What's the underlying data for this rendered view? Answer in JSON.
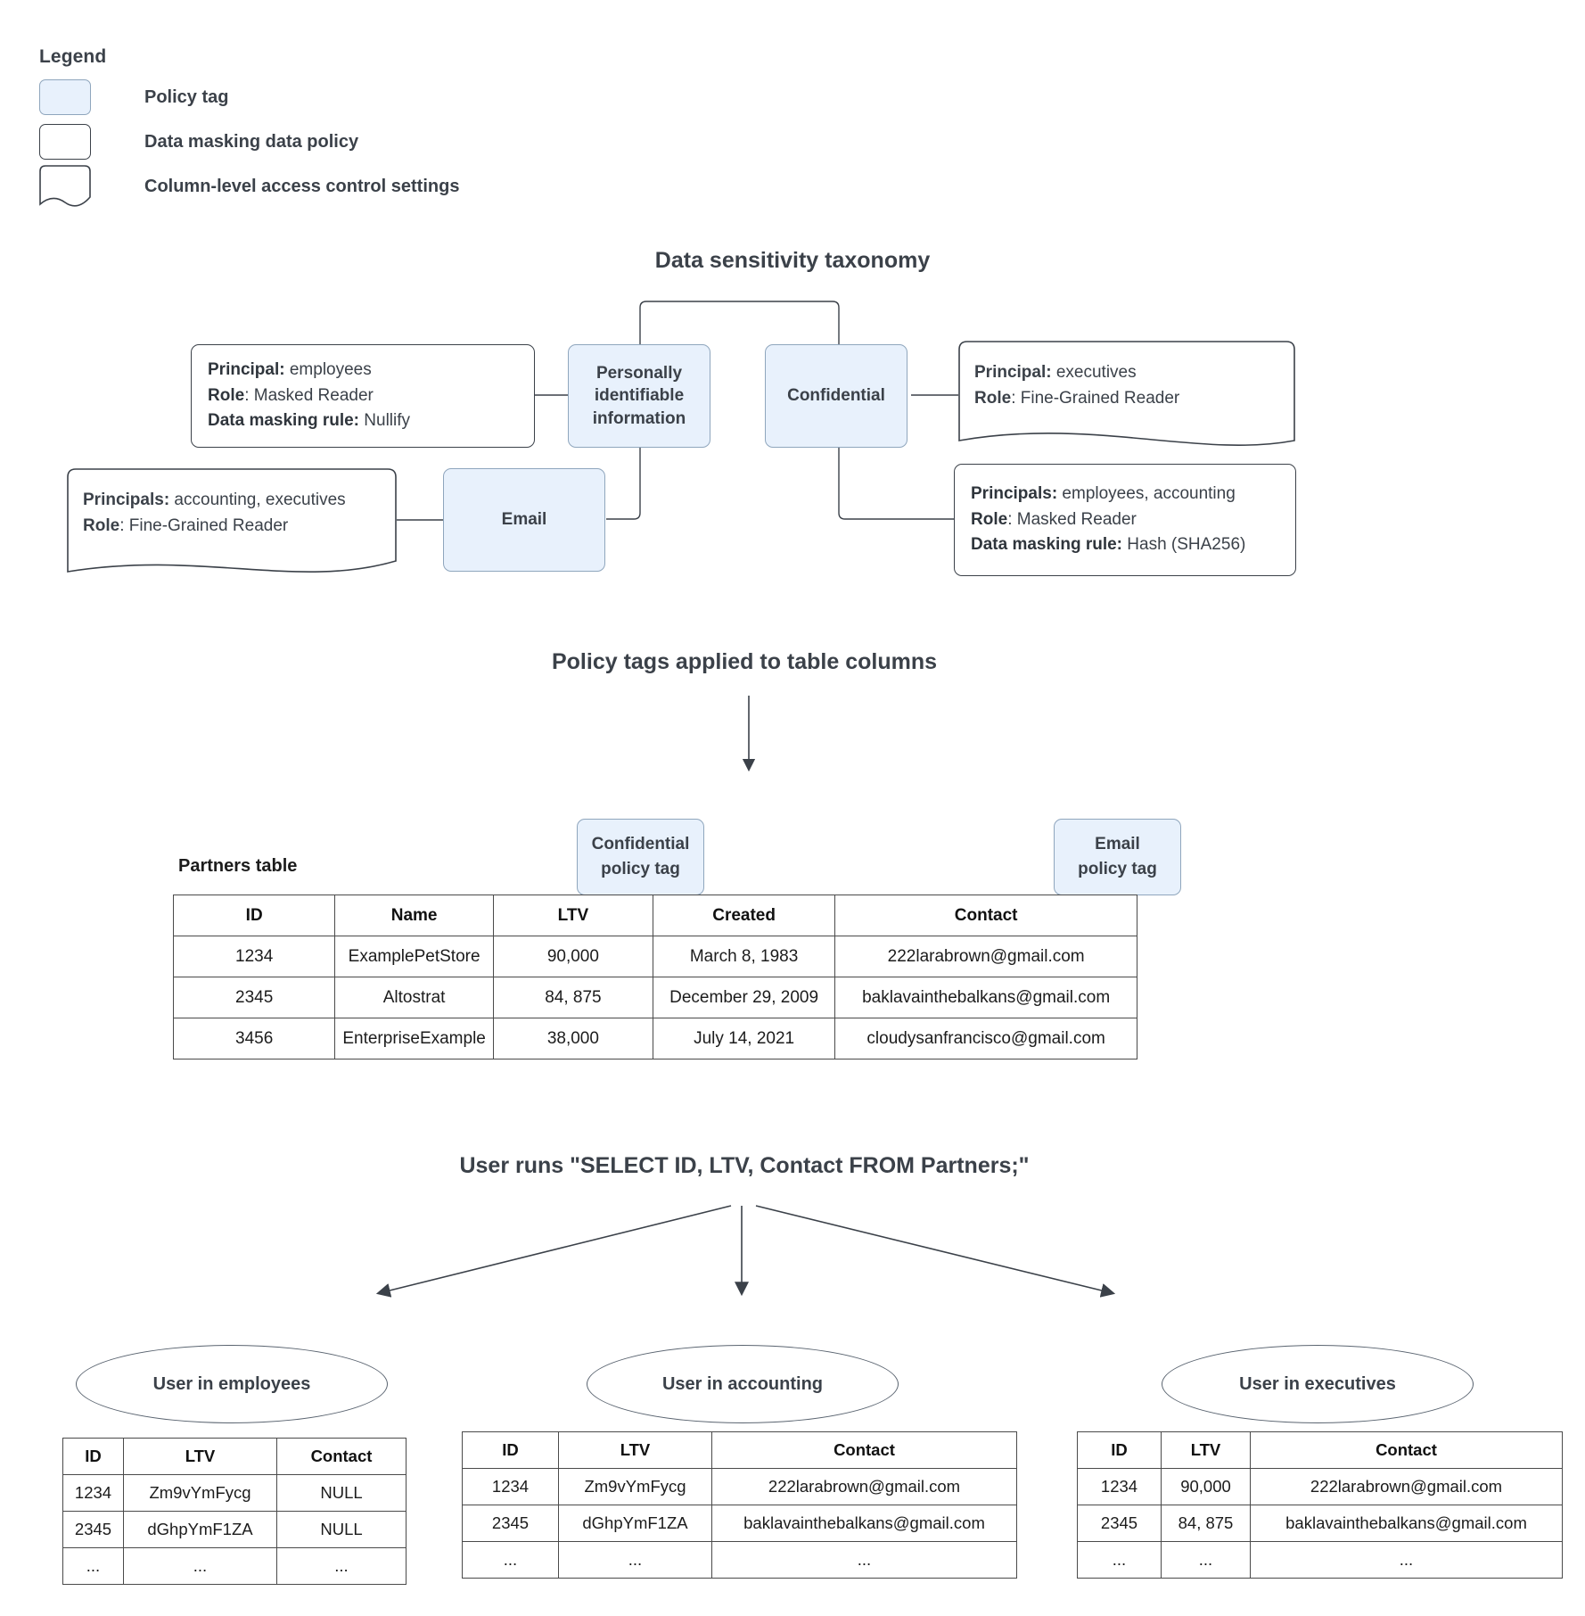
{
  "legend": {
    "title": "Legend",
    "items": [
      {
        "label": "Policy tag",
        "shape": "rounded-filled"
      },
      {
        "label": "Data masking data policy",
        "shape": "rounded-outline"
      },
      {
        "label": "Column-level access control settings",
        "shape": "wavy-bottom"
      }
    ]
  },
  "sections": {
    "taxonomy_title": "Data sensitivity taxonomy",
    "policy_tags_title": "Policy tags applied to table columns",
    "query_title": "User runs \"SELECT ID, LTV, Contact FROM Partners;\""
  },
  "taxonomy": {
    "nodes": {
      "pii": "Personally identifiable information",
      "confidential": "Confidential",
      "email": "Email"
    },
    "pii_masking_policy": {
      "line1_label": "Principal:",
      "line1_value": " employees",
      "line2_label": "Role",
      "line2_value": ": Masked Reader",
      "line3_label": "Data masking rule:",
      "line3_value": " Nullify"
    },
    "email_access_policy": {
      "line1_label": "Principals:",
      "line1_value": " accounting, executives",
      "line2_label": "Role",
      "line2_value": ": Fine-Grained Reader"
    },
    "confidential_access_policy": {
      "line1_label": "Principal:",
      "line1_value": " executives",
      "line2_label": "Role",
      "line2_value": ": Fine-Grained Reader"
    },
    "confidential_masking_policy": {
      "line1_label": "Principals:",
      "line1_value": " employees, accounting",
      "line2_label": "Role",
      "line2_value": ": Masked Reader",
      "line3_label": "Data masking rule:",
      "line3_value": " Hash (SHA256)"
    }
  },
  "partners": {
    "label": "Partners table",
    "tags": [
      {
        "line1": "Confidential",
        "line2": "policy tag"
      },
      {
        "line1": "Email",
        "line2": "policy tag"
      }
    ],
    "columns": [
      "ID",
      "Name",
      "LTV",
      "Created",
      "Contact"
    ],
    "rows": [
      [
        "1234",
        "ExamplePetStore",
        "90,000",
        "March 8, 1983",
        "222larabrown@gmail.com"
      ],
      [
        "2345",
        "Altostrat",
        "84, 875",
        "December 29, 2009",
        "baklavainthebalkans@gmail.com"
      ],
      [
        "3456",
        "EnterpriseExample",
        "38,000",
        "July 14, 2021",
        "cloudysanfrancisco@gmail.com"
      ]
    ]
  },
  "results": [
    {
      "role_label": "User in employees",
      "columns": [
        "ID",
        "LTV",
        "Contact"
      ],
      "rows": [
        [
          "1234",
          "Zm9vYmFycg",
          "NULL"
        ],
        [
          "2345",
          "dGhpYmF1ZA",
          "NULL"
        ],
        [
          "...",
          "...",
          "..."
        ]
      ]
    },
    {
      "role_label": "User in accounting",
      "columns": [
        "ID",
        "LTV",
        "Contact"
      ],
      "rows": [
        [
          "1234",
          "Zm9vYmFycg",
          "222larabrown@gmail.com"
        ],
        [
          "2345",
          "dGhpYmF1ZA",
          "baklavainthebalkans@gmail.com"
        ],
        [
          "...",
          "...",
          "..."
        ]
      ]
    },
    {
      "role_label": "User in executives",
      "columns": [
        "ID",
        "LTV",
        "Contact"
      ],
      "rows": [
        [
          "1234",
          "90,000",
          "222larabrown@gmail.com"
        ],
        [
          "2345",
          "84, 875",
          "baklavainthebalkans@gmail.com"
        ],
        [
          "...",
          "...",
          "..."
        ]
      ]
    }
  ],
  "colors": {
    "tag_fill": "#e8f1fc",
    "tag_border": "#8fa6bd",
    "line": "#3b4149",
    "text": "#3b4149",
    "table_border": "#4a4a4a"
  }
}
